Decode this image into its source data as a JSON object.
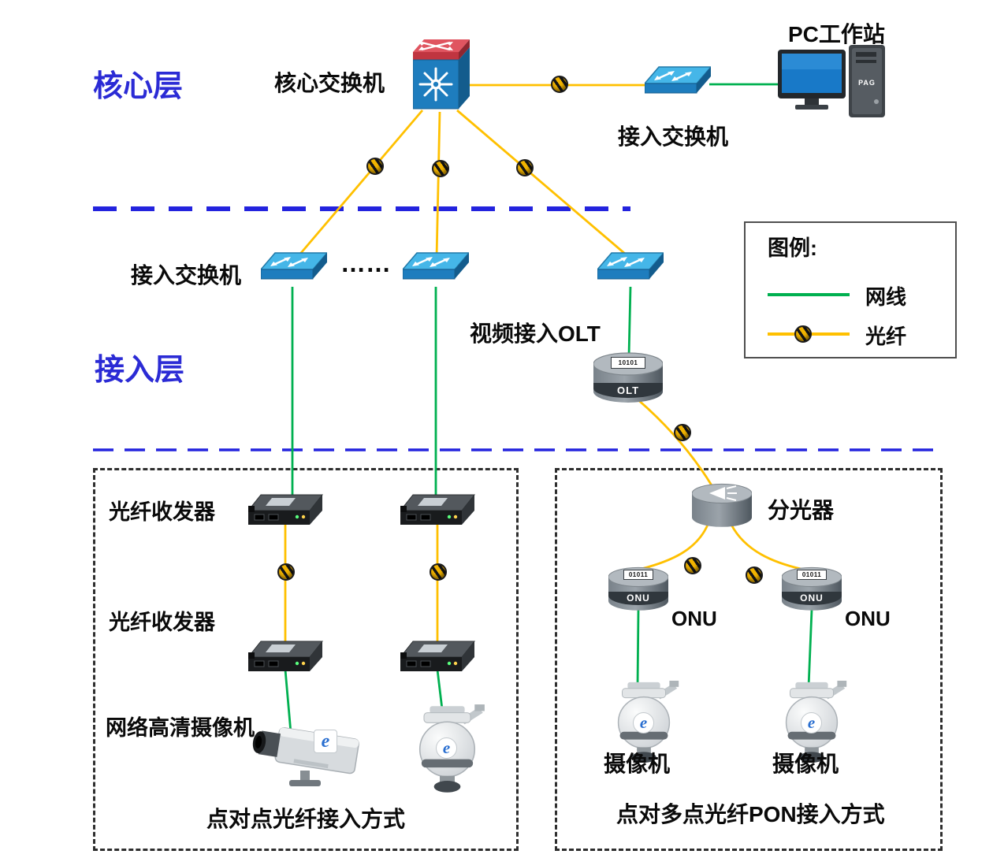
{
  "layers": {
    "core": "核心层",
    "access": "接入层"
  },
  "nodes": {
    "core_switch": "核心交换机",
    "pc_workstation": "PC工作站",
    "pc_badge": "PAG",
    "access_switch_top": "接入交换机",
    "access_switch_row": "接入交换机",
    "ellipsis": "……",
    "olt_title": "视频接入OLT",
    "olt_badge": "OLT",
    "olt_bits": "10101",
    "splitter": "分光器",
    "onu_badge": "ONU",
    "onu_bits": "01011",
    "onu_label_1": "ONU",
    "onu_label_2": "ONU",
    "transceiver_label_1": "光纤收发器",
    "transceiver_label_2": "光纤收发器",
    "hd_camera": "网络高清摄像机",
    "camera_1": "摄像机",
    "camera_2": "摄像机",
    "camera_logo": "e"
  },
  "captions": {
    "p2p": "点对点光纤接入方式",
    "pon": "点对多点光纤PON接入方式"
  },
  "legend": {
    "title": "图例:",
    "ethernet_label": "网线",
    "fiber_label": "光纤"
  },
  "colors": {
    "ethernet": "#00B050",
    "fiber": "#FFC000",
    "layer_text": "#2B2BD5",
    "separator": "#2323DE"
  }
}
